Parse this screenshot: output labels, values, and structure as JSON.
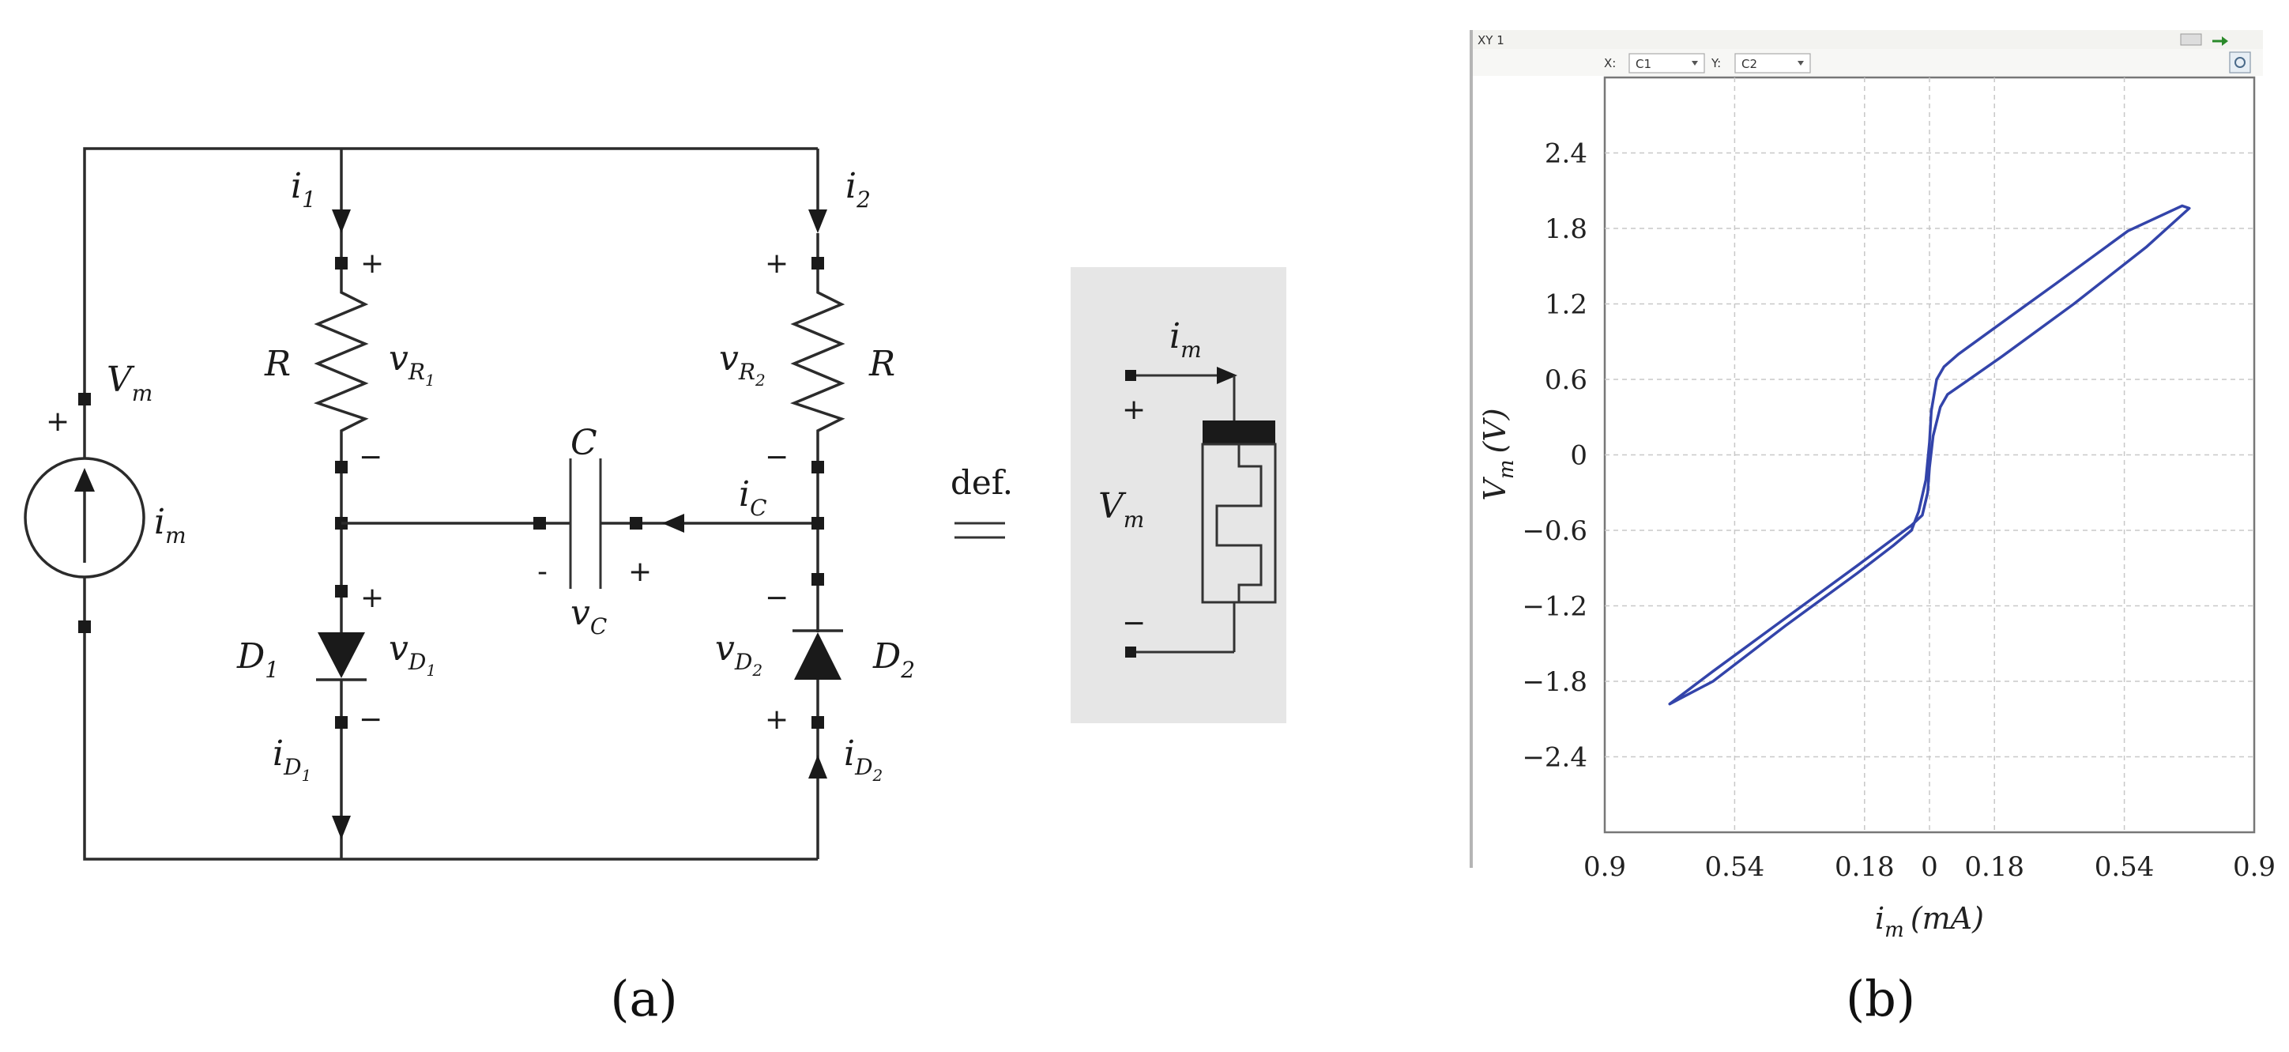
{
  "captions": {
    "a": "(a)",
    "b": "(b)"
  },
  "circuit": {
    "source": {
      "voltage": "V",
      "voltage_sub": "m",
      "current": "i",
      "current_sub": "m",
      "plus": "+"
    },
    "branch_currents": {
      "i1": "i",
      "i1_sub": "1",
      "i2": "i",
      "i2_sub": "2"
    },
    "resistor_left": {
      "name": "R",
      "voltage": "v",
      "voltage_sub": "R",
      "voltage_subsub": "1",
      "plus": "+",
      "minus": "−"
    },
    "resistor_right": {
      "name": "R",
      "voltage": "v",
      "voltage_sub": "R",
      "voltage_subsub": "2",
      "plus": "+",
      "minus": "−"
    },
    "capacitor": {
      "name": "C",
      "voltage": "v",
      "voltage_sub": "C",
      "current": "i",
      "current_sub": "C",
      "minus": "-",
      "plus": "+"
    },
    "diode_left": {
      "name": "D",
      "name_sub": "1",
      "voltage": "v",
      "voltage_sub": "D",
      "voltage_subsub": "1",
      "current": "i",
      "current_sub": "D",
      "current_subsub": "1",
      "plus": "+",
      "minus": "−"
    },
    "diode_right": {
      "name": "D",
      "name_sub": "2",
      "voltage": "v",
      "voltage_sub": "D",
      "voltage_subsub": "2",
      "current": "i",
      "current_sub": "D",
      "current_subsub": "2",
      "plus": "+",
      "minus": "−"
    },
    "definition": "def.",
    "memristor": {
      "current": "i",
      "current_sub": "m",
      "voltage": "V",
      "voltage_sub": "m",
      "plus": "+",
      "minus": "−"
    }
  },
  "scope": {
    "window_title": "XY 1",
    "x_label": "X:",
    "x_channel": "C1",
    "y_label": "Y:",
    "y_channel": "C2"
  },
  "chart_data": {
    "type": "line",
    "xlabel": "i_m (mA)",
    "xlabel_main": "i",
    "xlabel_sub": "m",
    "xlabel_unit": "(mA)",
    "ylabel": "V_m (V)",
    "ylabel_main": "V",
    "ylabel_sub": "m",
    "ylabel_unit": "(V)",
    "xlim": [
      -0.9,
      0.9
    ],
    "ylim": [
      -3.0,
      3.0
    ],
    "x_tick_values": [
      -0.9,
      -0.54,
      -0.18,
      0,
      0.18,
      0.54,
      0.9
    ],
    "x_tick_labels": [
      "0.9",
      "0.54",
      "0.18",
      "0",
      "0.18",
      "0.54",
      "0.9"
    ],
    "y_tick_values": [
      2.4,
      1.8,
      1.2,
      0.6,
      0,
      -0.6,
      -1.2,
      -1.8,
      -2.4
    ],
    "y_tick_labels": [
      "2.4",
      "1.8",
      "1.2",
      "0.6",
      "0",
      "−0.6",
      "−1.2",
      "−1.8",
      "−2.4"
    ],
    "grid": true,
    "series": [
      {
        "color": "#3344aa",
        "x": [
          -0.72,
          -0.6,
          -0.4,
          -0.2,
          -0.05,
          -0.02,
          -0.005,
          0.0,
          0.01,
          0.03,
          0.05,
          0.1,
          0.2,
          0.4,
          0.6,
          0.72,
          0.7,
          0.55,
          0.35,
          0.2,
          0.08,
          0.04,
          0.02,
          0.005,
          0.0,
          -0.01,
          -0.03,
          -0.05,
          -0.1,
          -0.2,
          -0.4,
          -0.6,
          -0.72
        ],
        "y": [
          -1.98,
          -1.72,
          -1.3,
          -0.88,
          -0.56,
          -0.48,
          -0.3,
          -0.1,
          0.15,
          0.38,
          0.48,
          0.58,
          0.78,
          1.2,
          1.65,
          1.96,
          1.98,
          1.78,
          1.36,
          1.05,
          0.8,
          0.7,
          0.6,
          0.35,
          0.1,
          -0.2,
          -0.45,
          -0.6,
          -0.72,
          -0.94,
          -1.36,
          -1.8,
          -1.98
        ]
      }
    ]
  }
}
